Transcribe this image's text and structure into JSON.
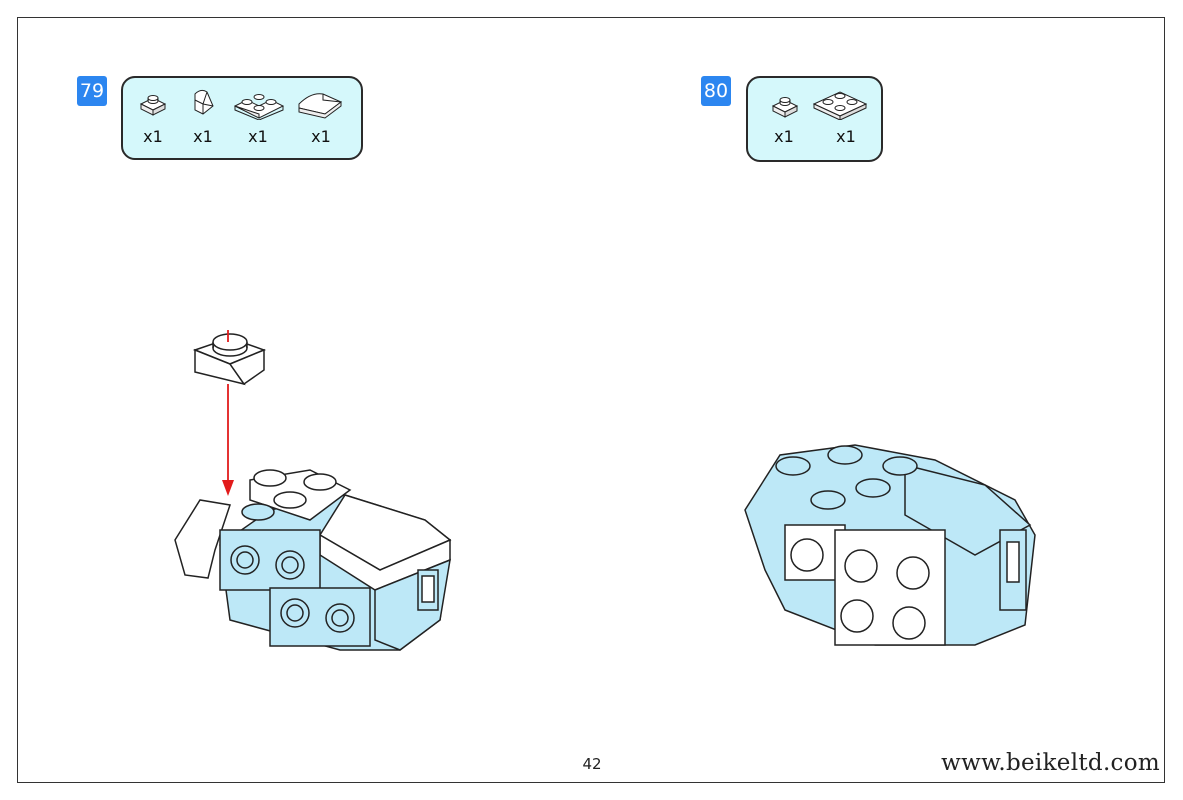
{
  "steps": [
    {
      "number": "79",
      "parts": [
        {
          "icon": "plate-1x1-icon",
          "qty": "x1"
        },
        {
          "icon": "curved-slope-icon",
          "qty": "x1"
        },
        {
          "icon": "plate-2x2-corner-icon",
          "qty": "x1"
        },
        {
          "icon": "tile-slope-icon",
          "qty": "x1"
        }
      ],
      "new_part_arrow_color": "#e21b1b"
    },
    {
      "number": "80",
      "parts": [
        {
          "icon": "plate-1x1-icon",
          "qty": "x1"
        },
        {
          "icon": "plate-2x2-icon",
          "qty": "x1"
        }
      ]
    }
  ],
  "footer": {
    "page_number": "42",
    "website": "www.beikeltd.com"
  },
  "colors": {
    "step_badge": "#2c86f0",
    "parts_box_fill": "#d5f8fb",
    "brick_light_blue": "#bde8f7",
    "brick_white": "#ffffff"
  }
}
